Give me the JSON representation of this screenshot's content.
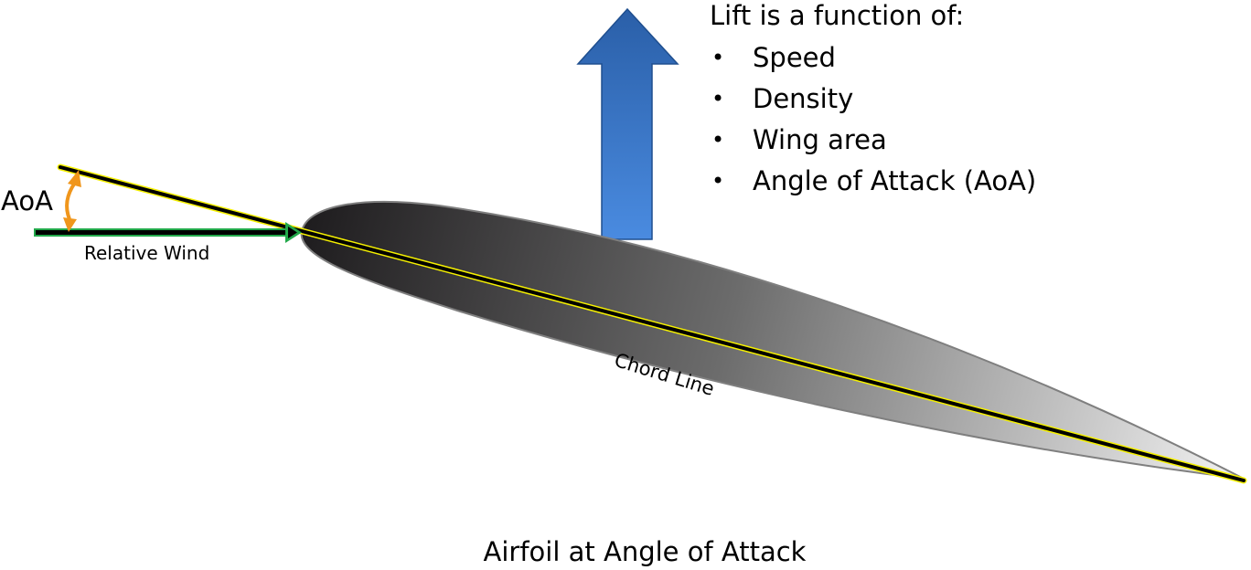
{
  "lift": {
    "title": "Lift is a function of:",
    "bullet_glyph": "•",
    "factors": [
      "Speed",
      "Density",
      "Wing area",
      "Angle of Attack (AoA)"
    ]
  },
  "labels": {
    "aoa": "AoA",
    "relative_wind": "Relative Wind",
    "chord_line": "Chord Line"
  },
  "caption": "Airfoil at Angle of Attack",
  "colors": {
    "lift_arrow_top": "#2a5fa8",
    "lift_arrow_bottom": "#4a8be0",
    "airfoil_dark": "#1e1c1e",
    "airfoil_light": "#f2f2f2",
    "chord_line": "#000000",
    "chord_outline": "#f5f000",
    "relative_wind_outline": "#22a84a",
    "aoa_arc": "#f0961c"
  }
}
